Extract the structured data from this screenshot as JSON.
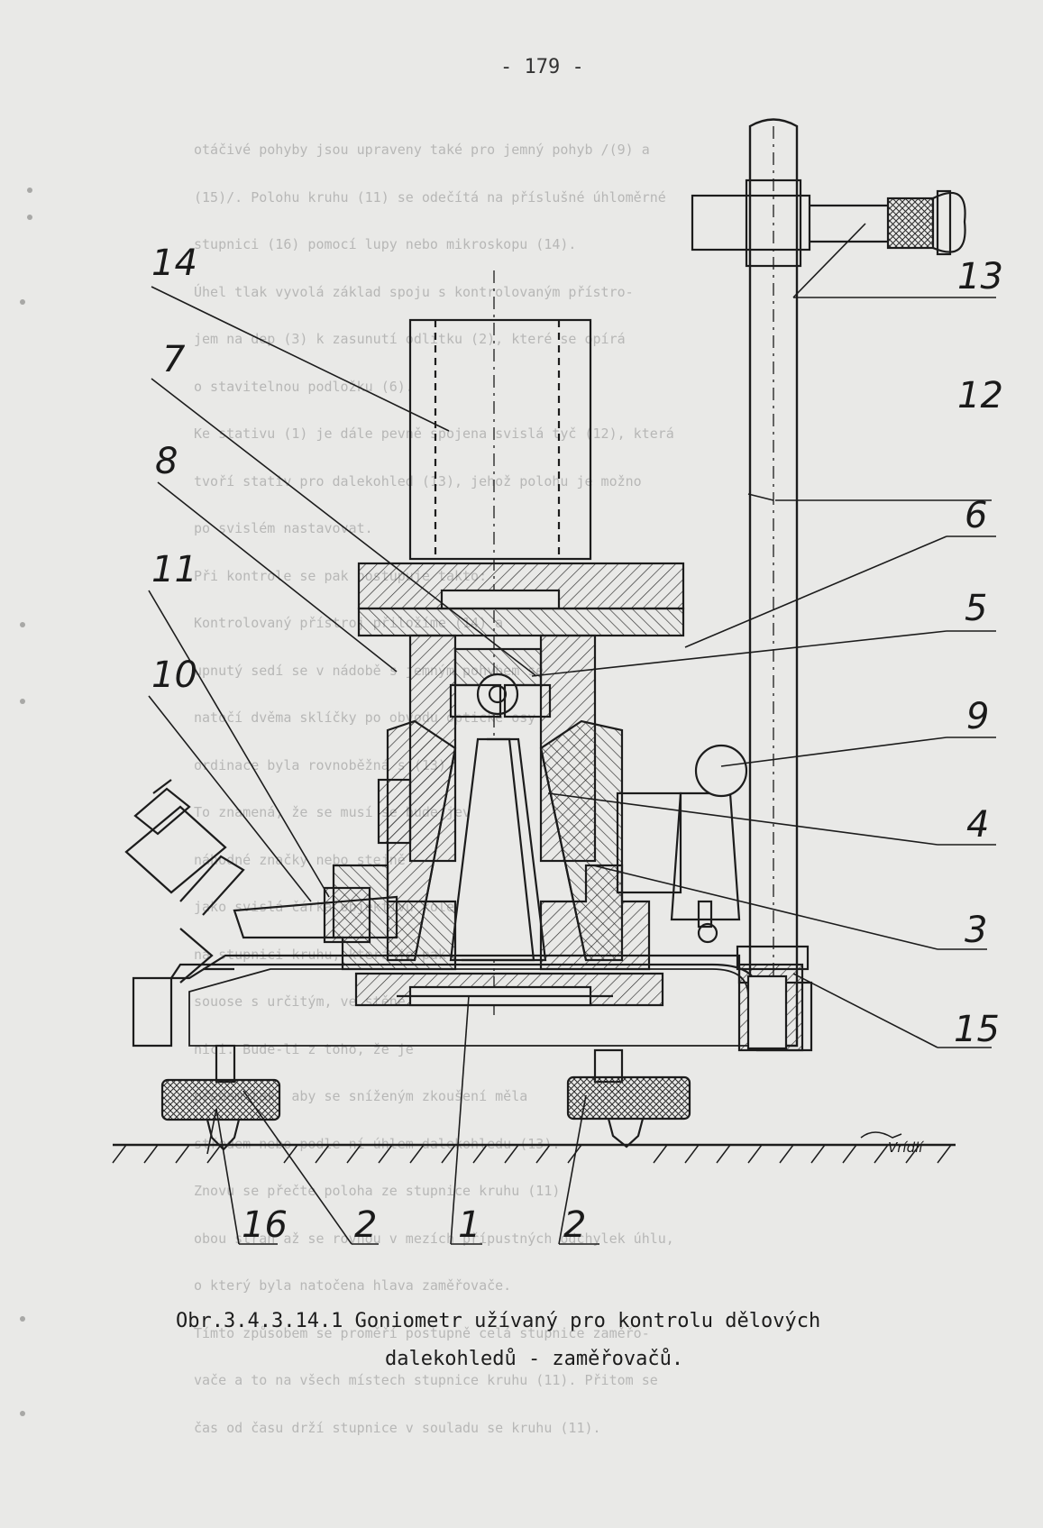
{
  "page_number": "- 179 -",
  "background_text_lines": [
    "otáčivé pohyby jsou upraveny také pro jemný pohyb /(9) a",
    "(15)/. Polohu kruhu (11) se odečítá na příslušné úhloměrné",
    "stupnici (16) pomocí lupy nebo mikroskopu (14).",
    "Úhel tlak vyvolá základ spoju s kontrolovaným přístro-",
    "jem na dep (3) k zasunutí odlitku (2), které se opírá",
    "o stavitelnou podložku (6).",
    "Ke stativu (1) je dále pevně spojena svislá tyč (12), která",
    "tvoří stativ pro dalekohled (13), jehož polohu je možno",
    "po svislém nastavovat.",
    "Při kontrole se pak postupuje takto:",
    "Kontrolovaný přístroj přiložíme (14) a",
    "upnutý sedí se v nádobě s jemným pohybem se",
    "natočí dvěma sklíčky po obvodu optické osy",
    "ordinace byla rovnoběžná s (13).",
    "To znamená, že se musí se bude jevit",
    "náhodné značky nebo stejně",
    "jako svislá čárka objektivu kolem značky,",
    "na stupnici kruhu, která je pak nastavena",
    "souose s určitým, ve stěně od hlavního úhloměru.",
    "nici. Bude-li z toho, že je",
    "předem tak, aby se sníženým zkoušení měla",
    "středem nebo podle ní úhlem dalekohledu (13).",
    "Znovu se přečte poloha ze stupnice kruhu (11)",
    "obou stran až se rovnou v mezích přípustných odchylek úhlu,",
    "o který byla natočena hlava zaměřovače.",
    "Tímto způsobem se proměří postupně celá stupnice zaměřo-",
    "vače a to na všech místech stupnice kruhu (11). Přitom se",
    "čas od času drží stupnice v souladu se kruhu (11)."
  ],
  "callouts": {
    "n14": "14",
    "n7": "7",
    "n8": "8",
    "n11": "11",
    "n10": "10",
    "n13": "13",
    "n12": "12",
    "n6": "6",
    "n5": "5",
    "n9": "9",
    "n4": "4",
    "n3": "3",
    "n15": "15",
    "n16": "16",
    "n2a": "2",
    "n1": "1",
    "n2b": "2"
  },
  "handwritten_note": "Vrídlí",
  "caption": {
    "line1": "Obr.3.4.3.14.1 Goniometr užívaný pro kontrolu dělových",
    "line2": "dalekohledů - zaměřovačů."
  }
}
